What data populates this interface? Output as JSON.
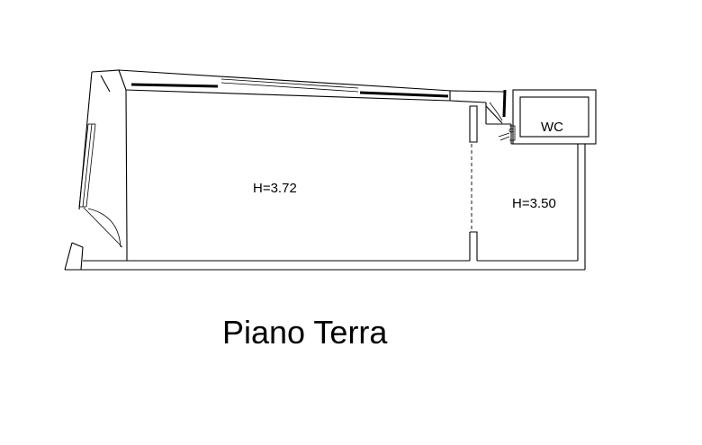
{
  "plan": {
    "caption": "Piano Terra",
    "rooms": {
      "main_height": "H=3.72",
      "side_height": "H=3.50",
      "wc": "WC"
    }
  }
}
